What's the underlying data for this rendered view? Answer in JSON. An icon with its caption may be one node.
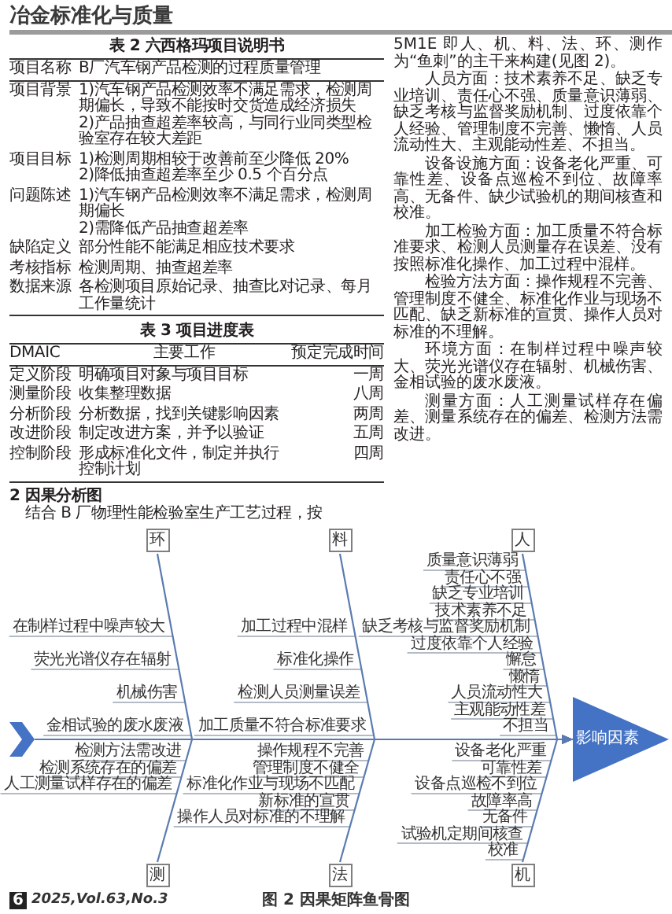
{
  "diagram": {
    "caption": "图 2 因果矩阵鱼骨图",
    "nodes": [
      {
        "text": [],
        "shape": "chevron"
      },
      {
        "text": [
          "环"
        ]
      },
      {
        "text": [
          "料"
        ]
      },
      {
        "text": [
          "人"
        ]
      },
      {
        "text": [
          "测"
        ]
      },
      {
        "text": [
          "法"
        ]
      },
      {
        "text": [
          "机"
        ]
      },
      {
        "text": [
          "影响因素"
        ]
      }
    ],
    "edges": [
      {
        "from": 0,
        "to": 7,
        "arrow": "to"
      },
      {
        "from": 1,
        "to": 7,
        "arrow": "to"
      },
      {
        "from": 2,
        "to": 7,
        "arrow": "to"
      },
      {
        "from": 3,
        "to": 7,
        "arrow": "to"
      },
      {
        "from": 4,
        "to": 7,
        "arrow": "to"
      },
      {
        "from": 5,
        "to": 7,
        "arrow": "to"
      },
      {
        "from": 6,
        "to": 7,
        "arrow": "to"
      }
    ],
    "labels": [
      "冶金标准化与质量",
      "表 2 六西格玛项目说明书",
      "项目名称",
      "B厂汽车钢产品检测的过程质量管理",
      "项目背景",
      "1)汽车钢产品检测效率不满足需求，检测周期偏长，导致不能按时交货造成经济损失",
      "2)产品抽查超差率较高，与同行业同类型检验室存在较大差距",
      "项目目标",
      "1)检测周期相较于改善前至少降低 20%",
      "2)降低抽查超差率至少 0.5 个百分点",
      "问题陈述",
      "1)汽车钢产品检测效率不满足需求，检测周期偏长",
      "2)需降低产品抽查超差率",
      "缺陷定义",
      "部分性能不能满足相应技术要求",
      "考核指标",
      "检测周期、抽查超差率",
      "数据来源",
      "各检测项目原始记录、抽查比对记录、每月工作量统计",
      "表 3 项目进度表",
      "DMAIC",
      "主要工作",
      "预定完成时间",
      "定义阶段",
      "明确项目对象与项目目标",
      "一周",
      "测量阶段",
      "收集整理数据",
      "八周",
      "分析阶段",
      "分析数据，找到关键影响因素",
      "两周",
      "改进阶段",
      "制定改进方案，并予以验证",
      "五周",
      "控制阶段",
      "形成标准化文件，制定并执行控制计划",
      "四周",
      "2 因果分析图",
      "结合 B 厂物理性能检验室生产工艺过程，按",
      "5M1E 即人、机、料、法、环、测作为“鱼刺”的主干来构建(见图 2)。",
      "人员方面：技术素养不足、缺乏专业培训、责任心不强、质量意识薄弱、缺乏考核与监督奖励机制、过度依靠个人经验、管理制度不完善、懒惰、人员流动性大、主观能动性差、不担当。",
      "设备设施方面：设备老化严重、可靠性差、设备点巡检不到位、故障率高、无备件、缺少试验机的期间核查和校准。",
      "加工检验方面：加工质量不符合标准要求、检测人员测量存在误差、没有按照标准化操作、加工过程中混样。",
      "检验方法方面：操作规程不完善、管理制度不健全、标准化作业与现场不匹配、缺乏新标准的宣贯、操作人员对标准的不理解。",
      "环境方面：在制样过程中噪声较大、荧光光谱仪存在辐射、机械伤害、金相试验的废水废液。",
      "测量方面：人工测量试样存在偏差、测量系统存在的偏差、检测方法需改进。",
      "在制样过程中噪声较大",
      "荧光光谱仪存在辐射",
      "机械伤害",
      "金相试验的废水废液",
      "加工过程中混样",
      "标准化操作",
      "检测人员测量误差",
      "加工质量不符合标准要求",
      "质量意识薄弱",
      "责任心不强",
      "缺乏专业培训",
      "技术素养不足",
      "缺乏考核与监督奖励机制",
      "过度依靠个人经验",
      "懈怠",
      "懒惰",
      "人员流动性大",
      "主观能动性差",
      "不担当",
      "检测方法需改进",
      "检测系统存在的偏差",
      "人工测量试样存在的偏差",
      "操作规程不完善",
      "管理制度不健全",
      "标准化作业与现场不匹配",
      "新标准的宣贯",
      "操作人员对标准的不理解",
      "设备老化严重",
      "可靠性差",
      "设备点巡检不到位",
      "故障率高",
      "无备件",
      "试验机定期间核查",
      "校准",
      "6",
      "2025,Vol.63,No.3"
    ]
  }
}
